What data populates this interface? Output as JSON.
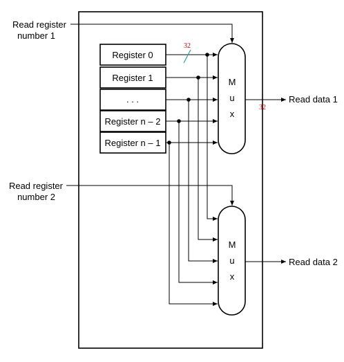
{
  "inputs": {
    "read_register_1_line1": "Read register",
    "read_register_1_line2": "number 1",
    "read_register_2_line1": "Read register",
    "read_register_2_line2": "number 2"
  },
  "registers": [
    {
      "label": "Register 0"
    },
    {
      "label": "Register 1"
    },
    {
      "label": ". . ."
    },
    {
      "label": "Register n – 2"
    },
    {
      "label": "Register n – 1"
    }
  ],
  "mux_top": {
    "letters": [
      "M",
      "u",
      "x"
    ]
  },
  "mux_bottom": {
    "letters": [
      "M",
      "u",
      "x"
    ]
  },
  "outputs": {
    "read_data_1": "Read data 1",
    "read_data_2": "Read data 2"
  },
  "annotations": {
    "register_width": "32",
    "output_width": "32"
  },
  "colors": {
    "stroke": "#000000",
    "annotation_text": "#cc0000",
    "annotation_slash": "#2aa198"
  }
}
